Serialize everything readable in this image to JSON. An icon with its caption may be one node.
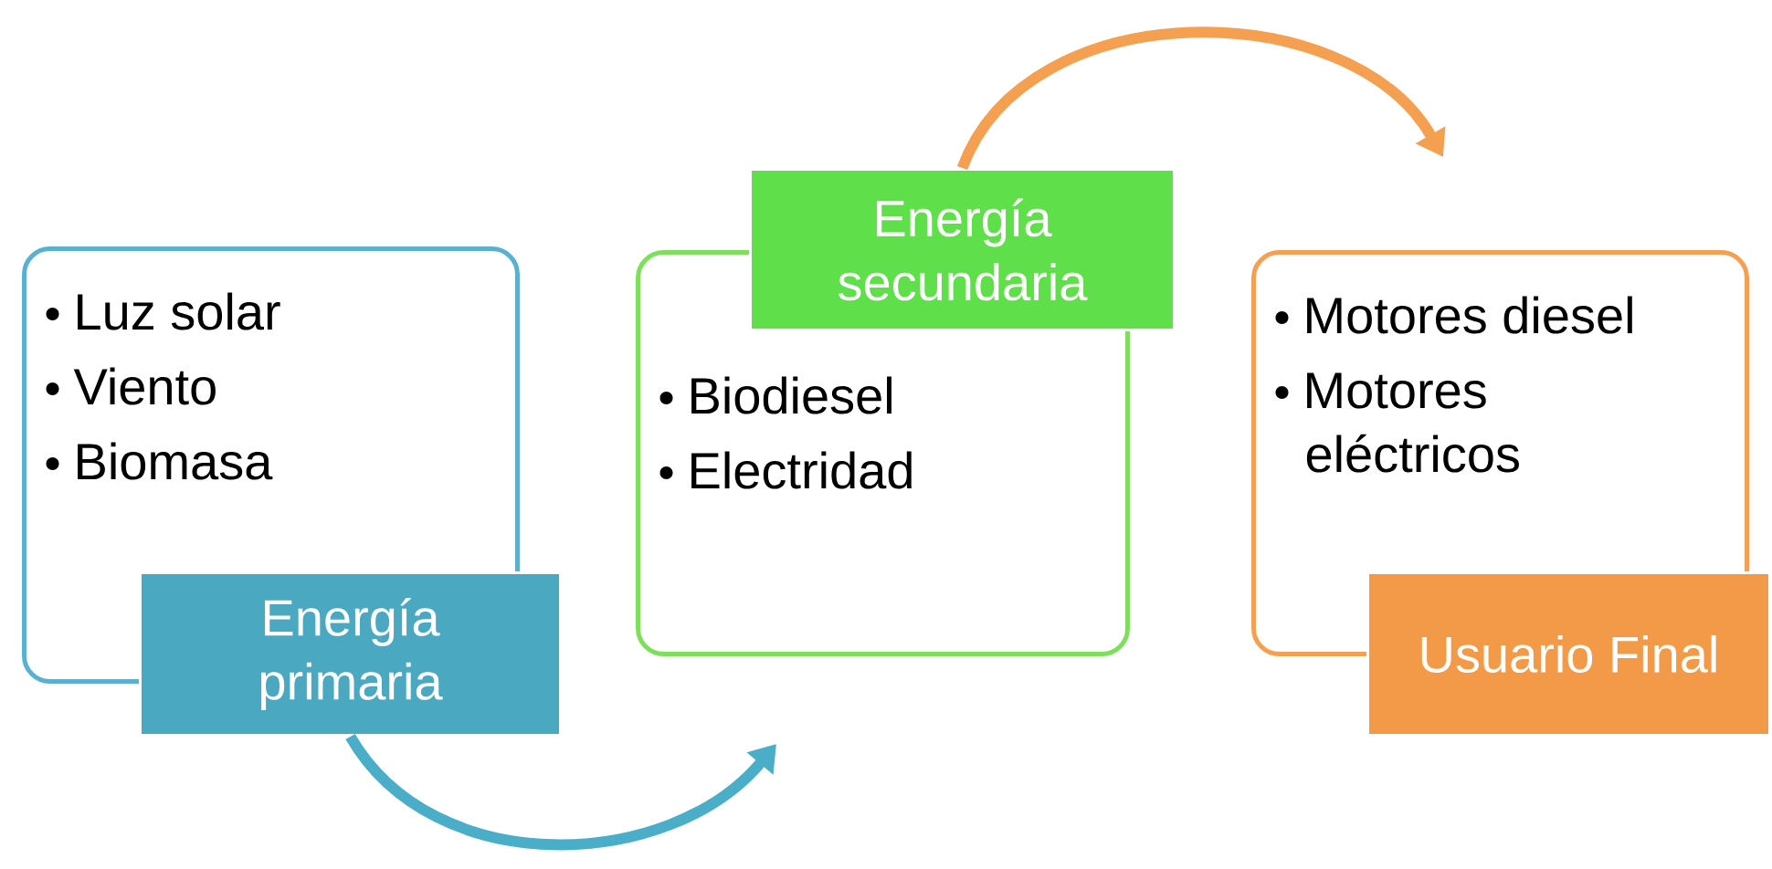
{
  "diagram": {
    "nodes": [
      {
        "text": [
          "Luz solar",
          "Viento",
          "Biomasa"
        ]
      },
      {
        "text": [
          "Energía primaria"
        ]
      },
      {
        "text": [
          "Biodiesel",
          "Electridad"
        ]
      },
      {
        "text": [
          "Energía secundaria"
        ]
      },
      {
        "text": [
          "Motores diesel",
          "Motores eléctricos"
        ]
      },
      {
        "text": [
          "Usuario Final"
        ]
      }
    ],
    "edges": [
      {
        "from": 1,
        "to": 2,
        "arrow": "to",
        "color": "#4aaec8"
      },
      {
        "from": 3,
        "to": 4,
        "arrow": "to",
        "color": "#f5a050"
      }
    ]
  }
}
